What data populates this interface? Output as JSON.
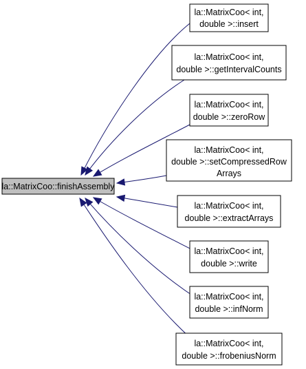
{
  "diagram": {
    "colors": {
      "edge": "#191970",
      "box_border": "#000000",
      "root_fill": "#bfbfbf",
      "node_fill": "#ffffff",
      "text": "#000000"
    },
    "root": {
      "label": "la::MatrixCoo::finishAssembly"
    },
    "nodes": [
      {
        "line1": "la::MatrixCoo< int,",
        "line2": "double >::insert"
      },
      {
        "line1": "la::MatrixCoo< int,",
        "line2": "double >::getIntervalCounts"
      },
      {
        "line1": "la::MatrixCoo< int,",
        "line2": "double >::zeroRow"
      },
      {
        "line1": "la::MatrixCoo< int,",
        "line2": "double >::setCompressedRow",
        "line3": "Arrays"
      },
      {
        "line1": "la::MatrixCoo< int,",
        "line2": "double >::extractArrays"
      },
      {
        "line1": "la::MatrixCoo< int,",
        "line2": "double >::write"
      },
      {
        "line1": "la::MatrixCoo< int,",
        "line2": "double >::infNorm"
      },
      {
        "line1": "la::MatrixCoo< int,",
        "line2": "double >::frobeniusNorm"
      }
    ]
  }
}
